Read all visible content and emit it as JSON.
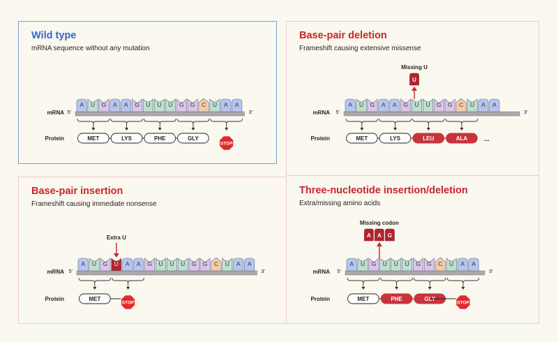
{
  "colors": {
    "A": "#b7c6f0",
    "U": "#bfe0cf",
    "G": "#dcc4ea",
    "C": "#f7cba7",
    "title_blue": "#3b66c4",
    "title_red": "#c8242c",
    "border_blue": "#7f9ad9",
    "border_red": "#f3c7c7",
    "backbone": "#a9a9a9",
    "mut_fill": "#b3232f",
    "protein_red": "#c9333c",
    "stop": "#e02b2b"
  },
  "labels": {
    "mrna": "mRNA",
    "protein": "Protein",
    "five": "5'",
    "three": "3'",
    "stop": "STOP",
    "ellipsis": "..."
  },
  "panels": {
    "wild": {
      "title": "Wild type",
      "subtitle": "mRNA sequence without any mutation",
      "bases": [
        "A",
        "U",
        "G",
        "A",
        "A",
        "G",
        "U",
        "U",
        "U",
        "G",
        "G",
        "C",
        "U",
        "A",
        "A"
      ],
      "proteins": [
        "MET",
        "LYS",
        "PHE",
        "GLY"
      ]
    },
    "deletion": {
      "title": "Base-pair deletion",
      "subtitle": "Frameshift causing extensive missense",
      "callout": "Missing U",
      "floating": [
        "U"
      ],
      "bases": [
        "A",
        "U",
        "G",
        "A",
        "A",
        "G",
        "U",
        "U",
        "G",
        "G",
        "C",
        "U",
        "A",
        "A"
      ],
      "proteins": [
        "MET",
        "LYS",
        "LEU",
        "ALA"
      ],
      "trailing": "..."
    },
    "insertion": {
      "title": "Base-pair insertion",
      "subtitle": "Frameshift causing immediate nonsense",
      "callout": "Extra U",
      "bases": [
        "A",
        "U",
        "G",
        "U",
        "A",
        "A",
        "G",
        "U",
        "U",
        "U",
        "G",
        "G",
        "C",
        "U",
        "A",
        "A"
      ],
      "proteins": [
        "MET"
      ]
    },
    "triple": {
      "title": "Three-nucleotide insertion/deletion",
      "subtitle": "Extra/missing amino acids",
      "callout": "Missing codon",
      "floating": [
        "A",
        "A",
        "G"
      ],
      "bases": [
        "A",
        "U",
        "G",
        "U",
        "U",
        "U",
        "G",
        "G",
        "C",
        "U",
        "A",
        "A"
      ],
      "proteins": [
        "MET",
        "PHE",
        "GLY"
      ]
    }
  }
}
